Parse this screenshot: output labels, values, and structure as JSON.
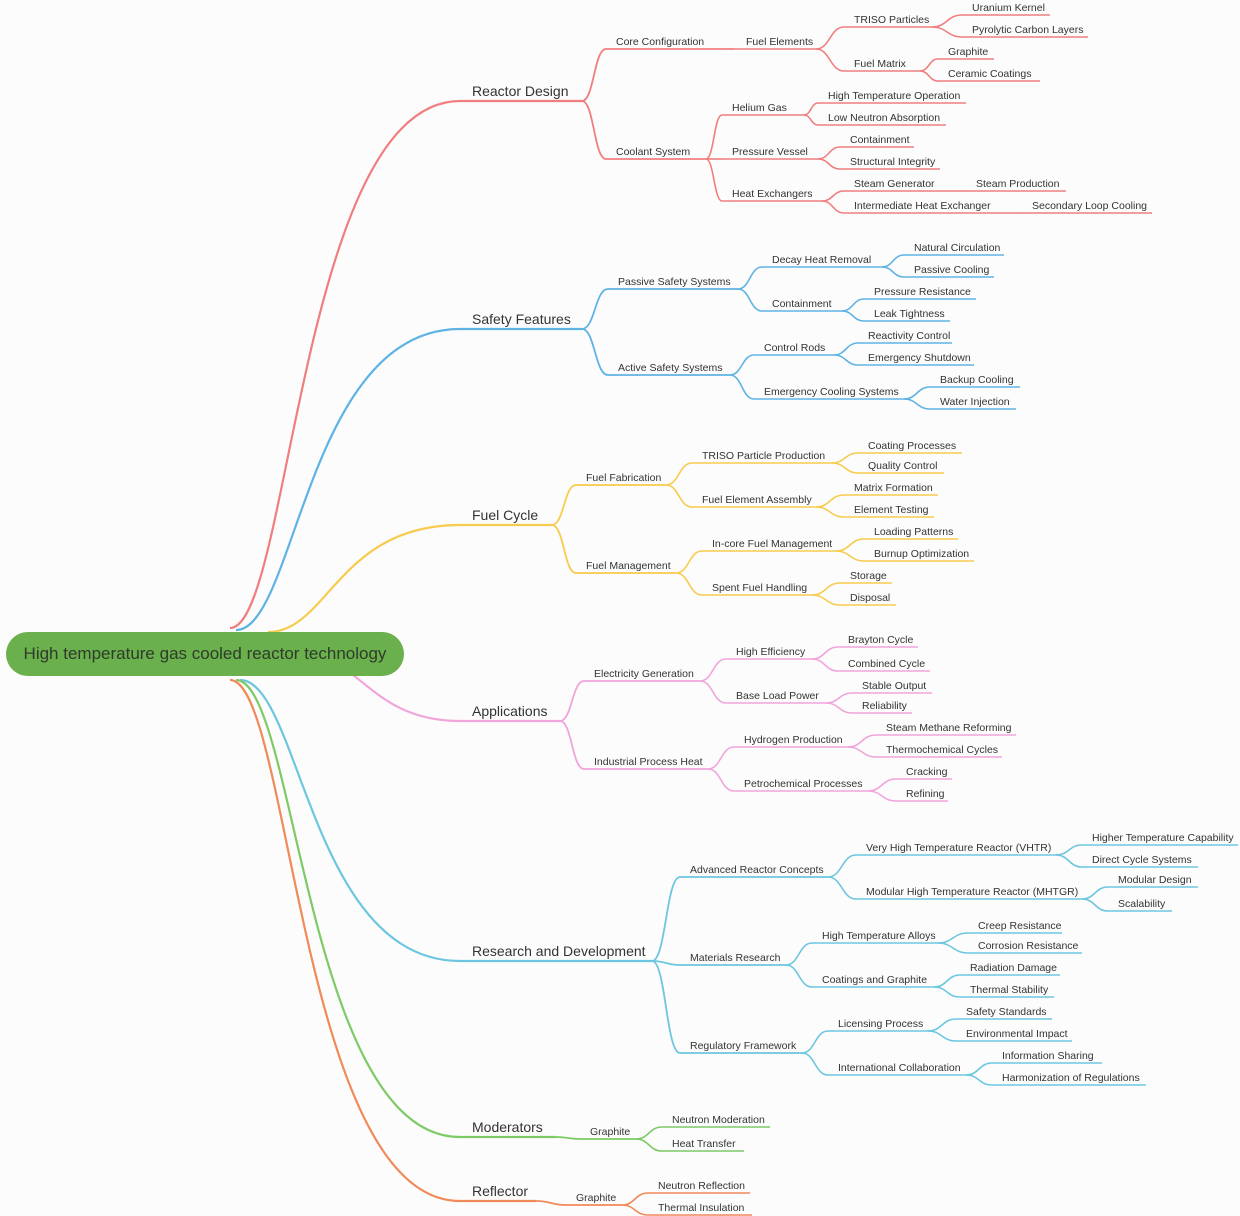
{
  "root": {
    "label": "High temperature gas cooled reactor technology",
    "color": "#6ab04c"
  },
  "branches": [
    {
      "label": "Reactor Design",
      "color": "#f07e7e",
      "children": [
        {
          "label": "Core Configuration",
          "children": [
            {
              "label": "Fuel Elements",
              "children": [
                {
                  "label": "TRISO Particles",
                  "children": [
                    {
                      "label": "Uranium Kernel"
                    },
                    {
                      "label": "Pyrolytic Carbon Layers"
                    }
                  ]
                },
                {
                  "label": "Fuel Matrix",
                  "children": [
                    {
                      "label": "Graphite"
                    },
                    {
                      "label": "Ceramic Coatings"
                    }
                  ]
                }
              ]
            }
          ]
        },
        {
          "label": "Coolant System",
          "children": [
            {
              "label": "Helium Gas",
              "children": [
                {
                  "label": "High Temperature Operation"
                },
                {
                  "label": "Low Neutron Absorption"
                }
              ]
            },
            {
              "label": "Pressure Vessel",
              "children": [
                {
                  "label": "Containment"
                },
                {
                  "label": "Structural Integrity"
                }
              ]
            },
            {
              "label": "Heat Exchangers",
              "children": [
                {
                  "label": "Steam Generator",
                  "children": [
                    {
                      "label": "Steam Production"
                    }
                  ]
                },
                {
                  "label": "Intermediate Heat Exchanger",
                  "children": [
                    {
                      "label": "Secondary Loop Cooling"
                    }
                  ]
                }
              ]
            }
          ]
        }
      ]
    },
    {
      "label": "Safety Features",
      "color": "#5eb3e4",
      "children": [
        {
          "label": "Passive Safety Systems",
          "children": [
            {
              "label": "Decay Heat Removal",
              "children": [
                {
                  "label": "Natural Circulation"
                },
                {
                  "label": "Passive Cooling"
                }
              ]
            },
            {
              "label": "Containment",
              "children": [
                {
                  "label": "Pressure Resistance"
                },
                {
                  "label": "Leak Tightness"
                }
              ]
            }
          ]
        },
        {
          "label": "Active Safety Systems",
          "children": [
            {
              "label": "Control Rods",
              "children": [
                {
                  "label": "Reactivity Control"
                },
                {
                  "label": "Emergency Shutdown"
                }
              ]
            },
            {
              "label": "Emergency Cooling Systems",
              "children": [
                {
                  "label": "Backup Cooling"
                },
                {
                  "label": "Water Injection"
                }
              ]
            }
          ]
        }
      ]
    },
    {
      "label": "Fuel Cycle",
      "color": "#f7cb4d",
      "children": [
        {
          "label": "Fuel Fabrication",
          "children": [
            {
              "label": "TRISO Particle Production",
              "children": [
                {
                  "label": "Coating Processes"
                },
                {
                  "label": "Quality Control"
                }
              ]
            },
            {
              "label": "Fuel Element Assembly",
              "children": [
                {
                  "label": "Matrix Formation"
                },
                {
                  "label": "Element Testing"
                }
              ]
            }
          ]
        },
        {
          "label": "Fuel Management",
          "children": [
            {
              "label": "In-core Fuel Management",
              "children": [
                {
                  "label": "Loading Patterns"
                },
                {
                  "label": "Burnup Optimization"
                }
              ]
            },
            {
              "label": "Spent Fuel Handling",
              "children": [
                {
                  "label": "Storage"
                },
                {
                  "label": "Disposal"
                }
              ]
            }
          ]
        }
      ]
    },
    {
      "label": "Applications",
      "color": "#f1a4dc",
      "children": [
        {
          "label": "Electricity Generation",
          "children": [
            {
              "label": "High Efficiency",
              "children": [
                {
                  "label": "Brayton Cycle"
                },
                {
                  "label": "Combined Cycle"
                }
              ]
            },
            {
              "label": "Base Load Power",
              "children": [
                {
                  "label": "Stable Output"
                },
                {
                  "label": "Reliability"
                }
              ]
            }
          ]
        },
        {
          "label": "Industrial Process Heat",
          "children": [
            {
              "label": "Hydrogen Production",
              "children": [
                {
                  "label": "Steam Methane Reforming"
                },
                {
                  "label": "Thermochemical Cycles"
                }
              ]
            },
            {
              "label": "Petrochemical Processes",
              "children": [
                {
                  "label": "Cracking"
                },
                {
                  "label": "Refining"
                }
              ]
            }
          ]
        }
      ]
    },
    {
      "label": "Research and Development",
      "color": "#6cc6e0",
      "children": [
        {
          "label": "Advanced Reactor Concepts",
          "children": [
            {
              "label": "Very High Temperature Reactor (VHTR)",
              "children": [
                {
                  "label": "Higher Temperature Capability"
                },
                {
                  "label": "Direct Cycle Systems"
                }
              ]
            },
            {
              "label": "Modular High Temperature Reactor (MHTGR)",
              "children": [
                {
                  "label": "Modular Design"
                },
                {
                  "label": "Scalability"
                }
              ]
            }
          ]
        },
        {
          "label": "Materials Research",
          "children": [
            {
              "label": "High Temperature Alloys",
              "children": [
                {
                  "label": "Creep Resistance"
                },
                {
                  "label": "Corrosion Resistance"
                }
              ]
            },
            {
              "label": "Coatings and Graphite",
              "children": [
                {
                  "label": "Radiation Damage"
                },
                {
                  "label": "Thermal Stability"
                }
              ]
            }
          ]
        },
        {
          "label": "Regulatory Framework",
          "children": [
            {
              "label": "Licensing Process",
              "children": [
                {
                  "label": "Safety Standards"
                },
                {
                  "label": "Environmental Impact"
                }
              ]
            },
            {
              "label": "International Collaboration",
              "children": [
                {
                  "label": "Information Sharing"
                },
                {
                  "label": "Harmonization of Regulations"
                }
              ]
            }
          ]
        }
      ]
    },
    {
      "label": "Moderators",
      "color": "#7dca66",
      "children": [
        {
          "label": "Graphite",
          "children": [
            {
              "label": "Neutron Moderation"
            },
            {
              "label": "Heat Transfer"
            }
          ]
        }
      ]
    },
    {
      "label": "Reflector",
      "color": "#f08a58",
      "children": [
        {
          "label": "Graphite",
          "children": [
            {
              "label": "Neutron Reflection"
            },
            {
              "label": "Thermal Insulation"
            }
          ]
        }
      ]
    }
  ]
}
